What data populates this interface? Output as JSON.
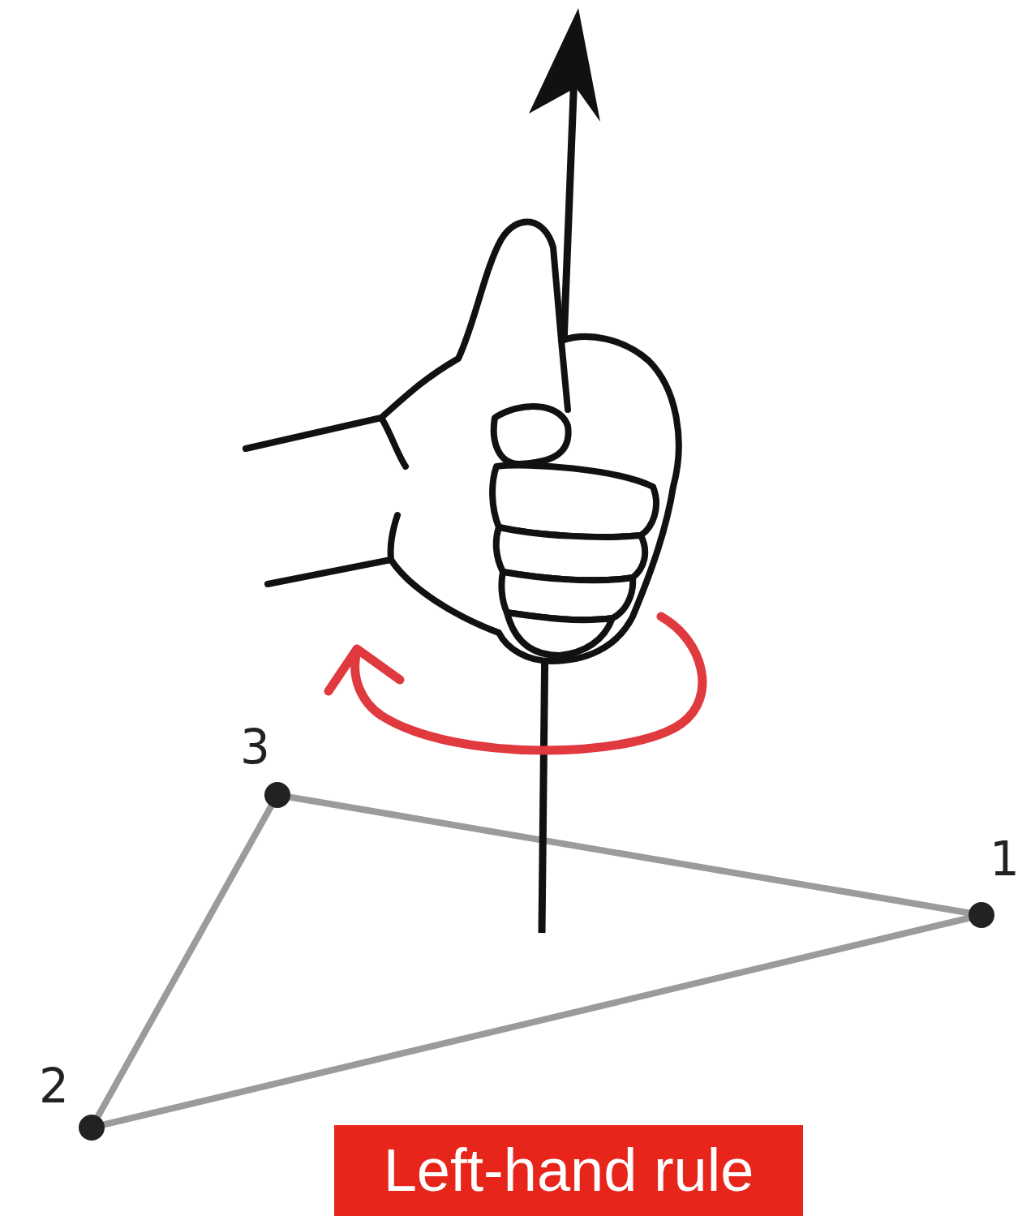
{
  "diagram": {
    "nodes": [
      {
        "text": [
          "Left-hand rule"
        ]
      }
    ],
    "labels": [
      "3",
      "1",
      "2"
    ]
  }
}
